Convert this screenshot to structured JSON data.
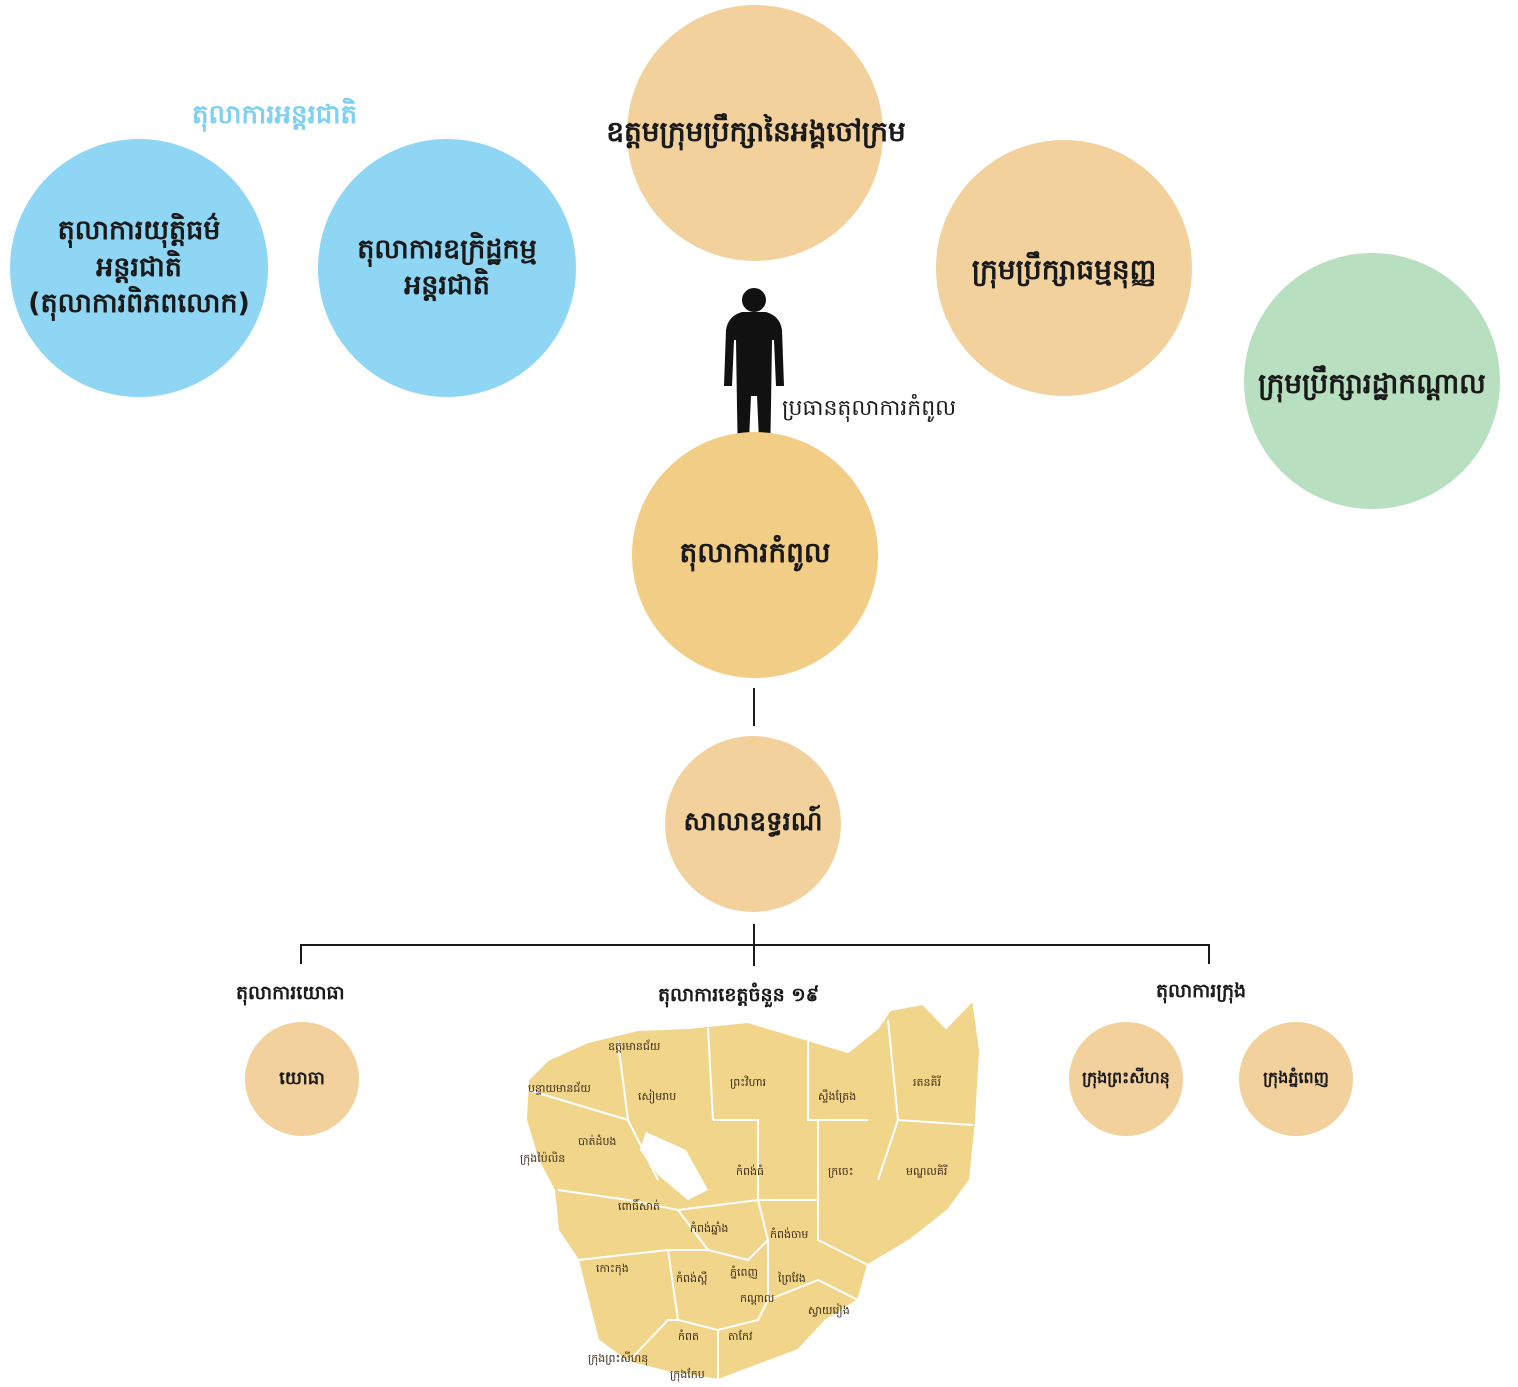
{
  "international": {
    "title": "តុលាការអន្តរជាតិ",
    "court_justice": {
      "line1": "តុលាការយុត្តិធម៌",
      "line2": "អន្តរជាតិ",
      "line3": "(តុលាការពិភពលោក)"
    },
    "court_criminal": {
      "line1": "តុលាការឧក្រិដ្ឋកម្ម",
      "line2": "អន្តរជាតិ"
    }
  },
  "councils": {
    "supreme_council": "ឧត្តមក្រុមប្រឹក្សានៃអង្គចៅក្រម",
    "constitutional": "ក្រុមប្រឹក្សាធម្មនុញ្ញ",
    "state": "ក្រុមប្រឹក្សារដ្ឋាកណ្តាល"
  },
  "president_label": "ប្រធានតុលាការកំពូល",
  "supreme_court": "តុលាការកំពូល",
  "appeal_court": "សាលាឧទ្ធរណ៍",
  "branches": {
    "military": {
      "label": "តុលាការយោធា",
      "circle": "យោធា"
    },
    "provincial": {
      "label": "តុលាការខេត្តចំនួន ១៩"
    },
    "municipal": {
      "label": "តុលាការក្រុង",
      "city1": "ក្រុងព្រះសីហនុ",
      "city2": "ក្រុងភ្នំពេញ"
    }
  },
  "map": {
    "provinces": [
      "ឧត្តរមានជ័យ",
      "បន្ទាយមានជ័យ",
      "សៀមរាប",
      "ព្រះវិហារ",
      "ស្ទឹងត្រែង",
      "រតនគិរី",
      "បាត់ដំបង",
      "ក្រុងប៉ៃលិន",
      "កំពង់ធំ",
      "ក្រចេះ",
      "មណ្ឌលគិរី",
      "ពោធិ៍សាត់",
      "កំពង់ឆ្នាំង",
      "កំពង់ចាម",
      "កោះកុង",
      "កំពង់ស្ពឺ",
      "ភ្នំពេញ",
      "ព្រៃវែង",
      "កណ្ដាល",
      "ស្វាយរៀង",
      "កំពត",
      "តាកែវ",
      "ក្រុងព្រះសីហនុ",
      "ក្រុងកែប"
    ]
  },
  "colors": {
    "blue": "#8fd6f5",
    "tan": "#f2d19c",
    "green": "#b7dfc0",
    "map": "#f1d58a"
  }
}
